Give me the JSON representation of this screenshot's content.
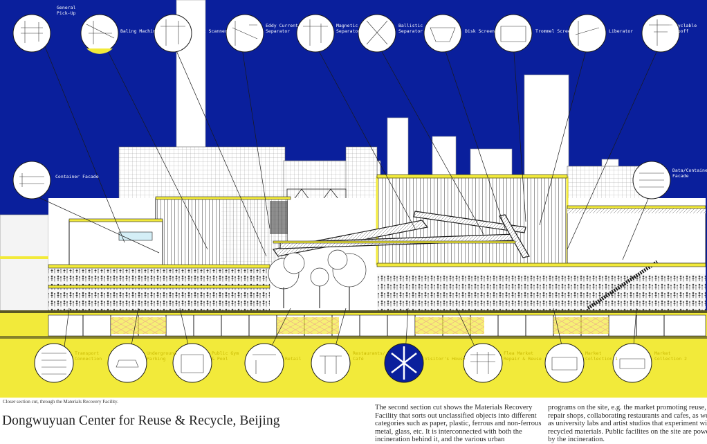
{
  "top_labels": [
    {
      "key": "general",
      "text": "General\nPick-Up"
    },
    {
      "key": "baling",
      "text": "Baling Machine"
    },
    {
      "key": "optic",
      "text": "Optic Scanner"
    },
    {
      "key": "eddy",
      "text": "Eddy Current\nSeparator"
    },
    {
      "key": "magnetic",
      "text": "Magnetic\nSeparator"
    },
    {
      "key": "ballistic",
      "text": "Ballistic\nSeparator"
    },
    {
      "key": "disk",
      "text": "Disk Screen"
    },
    {
      "key": "trommel",
      "text": "Trommel Screen"
    },
    {
      "key": "liberator",
      "text": "Liberator"
    },
    {
      "key": "recyclable",
      "text": "Recyclable\nDropoff"
    }
  ],
  "side_labels": [
    {
      "key": "container-left",
      "text": "Container Facade"
    },
    {
      "key": "container-right",
      "text": "Data/Container\nFacade"
    }
  ],
  "bottom_labels": [
    {
      "key": "transport",
      "text": "Transport\nConnection"
    },
    {
      "key": "underground",
      "text": "Underground\nParking"
    },
    {
      "key": "gym",
      "text": "Public Gym\n& Pool"
    },
    {
      "key": "retail",
      "text": "Retail"
    },
    {
      "key": "cafe",
      "text": "Restaurants/\nCafé"
    },
    {
      "key": "welcome",
      "text": "Visitor's House"
    },
    {
      "key": "flea",
      "text": "Flea Market\nRepair & Reuse"
    },
    {
      "key": "market1",
      "text": "Market\nCollection 1"
    },
    {
      "key": "market2",
      "text": "Market\nCollection 2"
    }
  ],
  "caption": "Closer section cut, through the Materials Recovery Facility.",
  "title": "Dongwuyuan Center for Reuse & Recycle, Beijing",
  "paragraph_1": "The second section cut shows the Materials Recovery Facility that sorts out unclassified objects into different categories such as paper, plastic, ferrous and non-ferrous metal, glass, etc. It is interconnected with both the incineration behind it, and the various urban",
  "paragraph_2": "programs on the site, e.g. the market promoting reuse, the repair shops, collaborating restaurants and cafes, as well as university labs and artist studios that experiment with recycled materials. Public facilites on the site are powered by the incineration.",
  "colors": {
    "sky": "#0a1f9c",
    "highlight": "#f2ea3a",
    "line": "#1a1a1a",
    "paper": "#ffffff"
  }
}
